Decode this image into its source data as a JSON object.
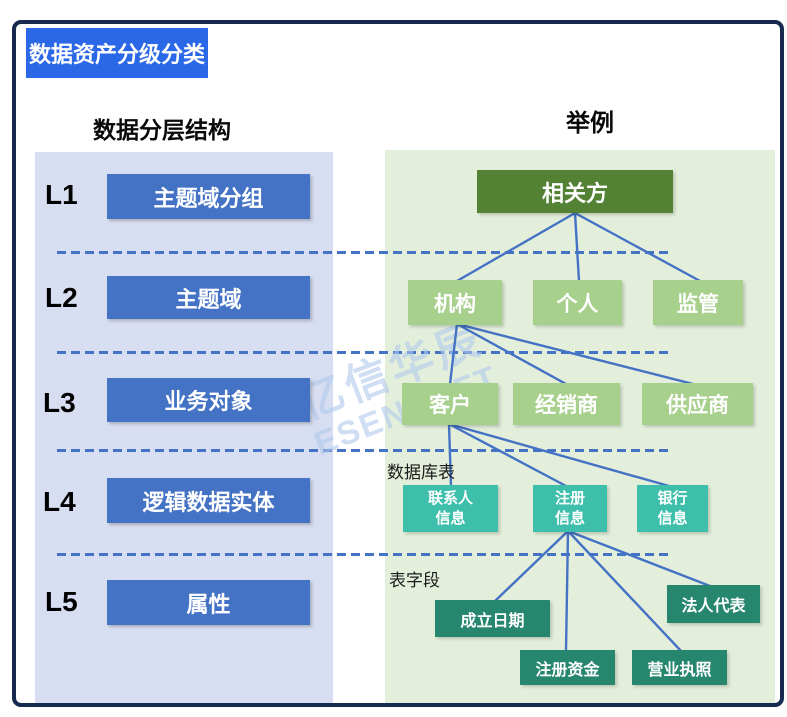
{
  "title": "数据资产分级分类",
  "left_panel": {
    "header": "数据分层结构",
    "levels": [
      {
        "id": "L1",
        "label": "主题域分组"
      },
      {
        "id": "L2",
        "label": "主题域"
      },
      {
        "id": "L3",
        "label": "业务对象"
      },
      {
        "id": "L4",
        "label": "逻辑数据实体"
      },
      {
        "id": "L5",
        "label": "属性"
      }
    ]
  },
  "right_panel": {
    "header": "举例",
    "root_node": "相关方",
    "level2_nodes": [
      "机构",
      "个人",
      "监管"
    ],
    "level3_nodes": [
      "客户",
      "经销商",
      "供应商"
    ],
    "level4_caption": "数据库表",
    "level4_nodes": [
      "联系人\n信息",
      "注册\n信息",
      "银行\n信息"
    ],
    "level5_caption": "表字段",
    "level5_nodes": [
      "成立日期",
      "注册资金",
      "营业执照",
      "法人代表"
    ]
  },
  "watermark": {
    "line1": "亿信华辰",
    "line2": "ESENSOFT"
  },
  "colors": {
    "title_bg": "#2B68E8",
    "level_button_bg": "#4472C4",
    "left_panel_bg": "#D8DEF1",
    "right_panel_bg": "#E3EFDB",
    "root_node_bg": "#538234",
    "green_node_bg": "#A8D08D",
    "teal_node_bg": "#3DBFAB",
    "dark_teal_node_bg": "#27866E",
    "connector_line": "#4472C4",
    "frame_border": "#16294E"
  }
}
